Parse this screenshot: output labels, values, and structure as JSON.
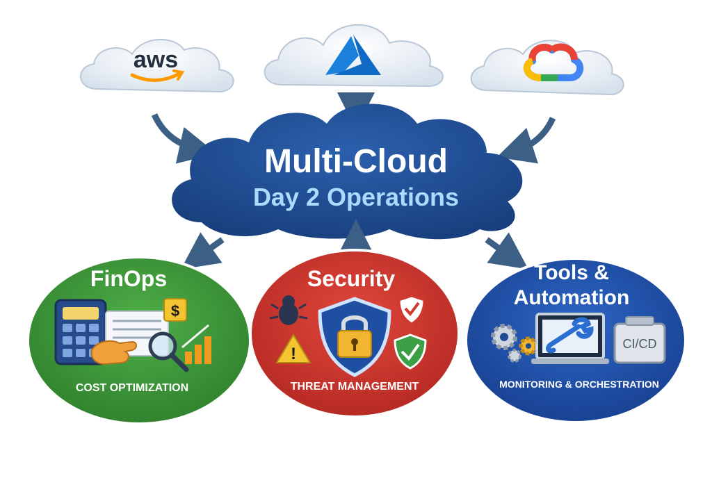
{
  "providers": [
    {
      "key": "aws",
      "logo_text": "aws",
      "icon": "aws-logo"
    },
    {
      "key": "azure",
      "icon": "azure-logo"
    },
    {
      "key": "gcp",
      "icon": "google-cloud-logo"
    }
  ],
  "hub": {
    "title_line1": "Multi-Cloud",
    "title_line2": "Day 2 Operations"
  },
  "pillars": [
    {
      "key": "finops",
      "title": "FinOps",
      "subtitle": "COST OPTIMIZATION",
      "color": "#3f9a3c"
    },
    {
      "key": "security",
      "title": "Security",
      "subtitle": "THREAT MANAGEMENT",
      "color": "#d23a30"
    },
    {
      "key": "tools",
      "title_line1": "Tools &",
      "title_line2": "Automation",
      "subtitle": "MONITORING & ORCHESTRATION",
      "color": "#2156b4"
    }
  ],
  "tools_badge": "CI/CD",
  "finops_badge": "$",
  "colors": {
    "hub": "#1f4d93",
    "hub_title": "#ffffff",
    "hub_subtitle": "#a9dcff",
    "cloud": "#e6edf4",
    "arrow": "#3c5f86",
    "aws_orange": "#ff9900",
    "azure_blue": "#1a80d9"
  }
}
